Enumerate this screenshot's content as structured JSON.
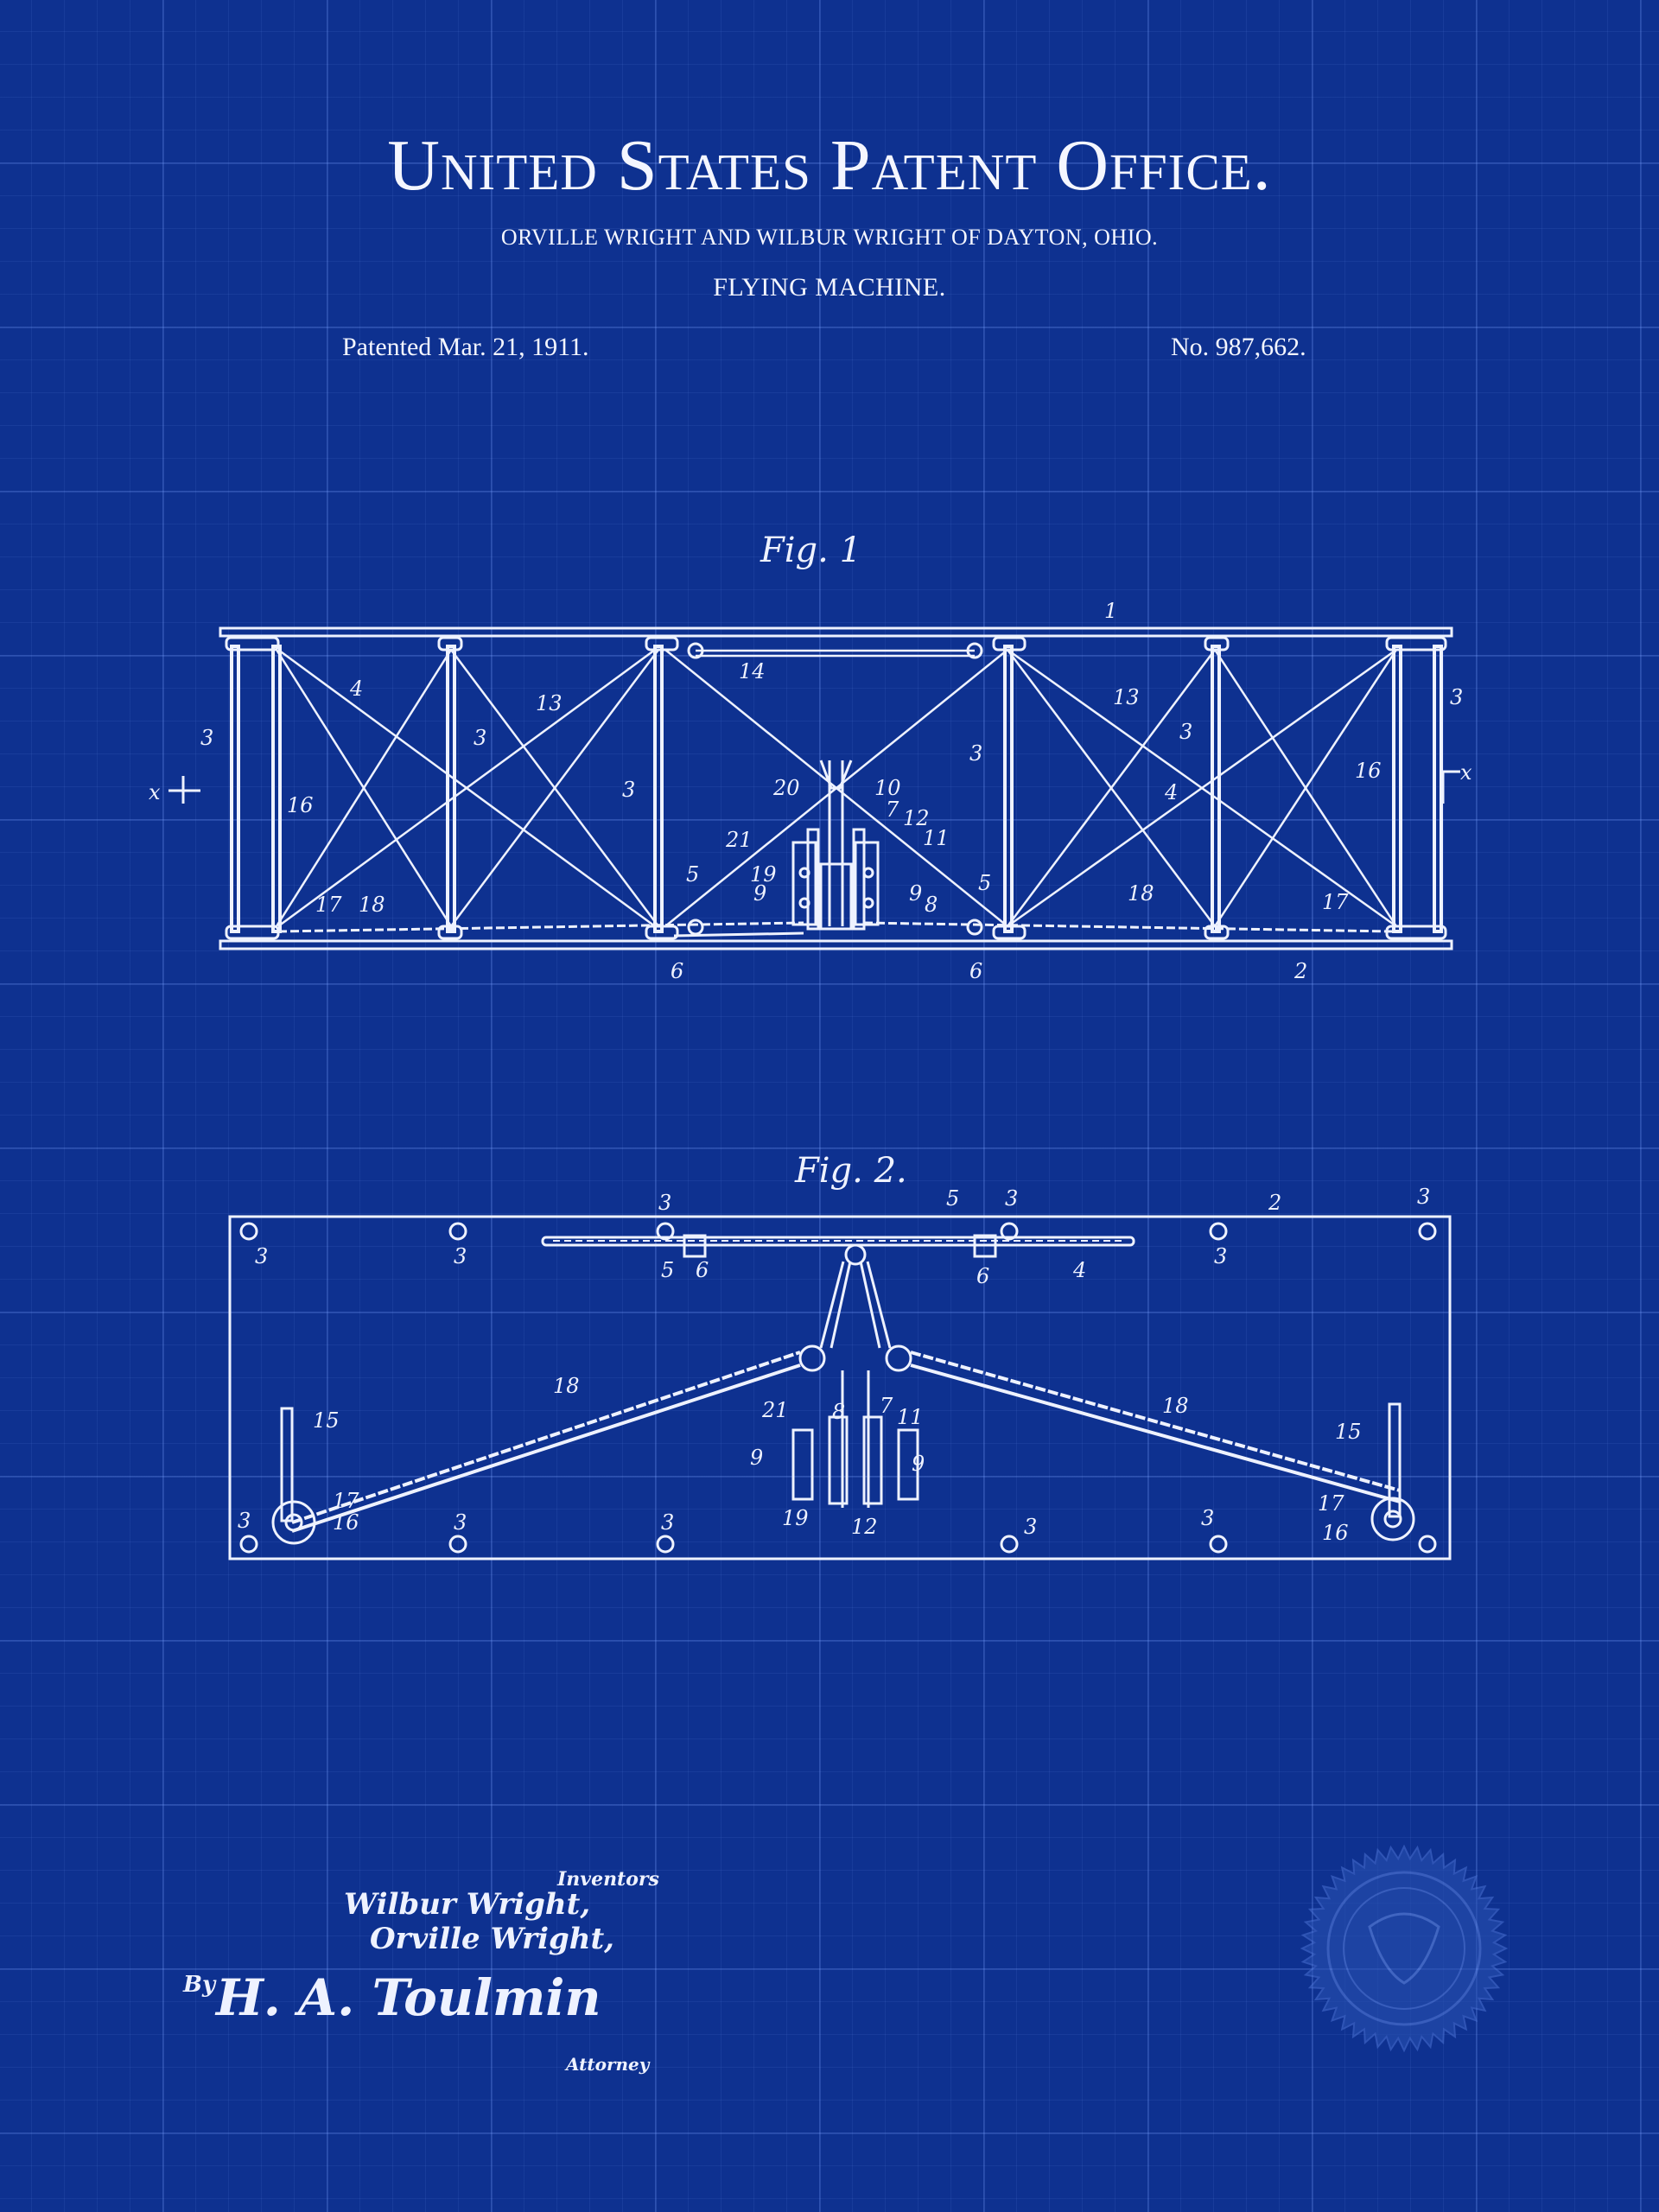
{
  "header": {
    "office_title": "United States Patent Office.",
    "inventors_line": "ORVILLE WRIGHT AND WILBUR WRIGHT OF DAYTON, OHIO.",
    "invention": "FLYING MACHINE.",
    "patented": "Patented Mar. 21, 1911.",
    "patent_number": "No. 987,662."
  },
  "figures": {
    "fig1_title": "Fig. 1",
    "fig2_title": "Fig. 2.",
    "fig1_labels": {
      "l1": "1",
      "l2": "2",
      "l3a": "3",
      "l3b": "3",
      "l3c": "3",
      "l3d": "3",
      "l3e": "3",
      "l3f": "3",
      "l4a": "4",
      "l4b": "4",
      "l5a": "5",
      "l5b": "5",
      "l6a": "6",
      "l6b": "6",
      "l7": "7",
      "l8": "8",
      "l9a": "9",
      "l9b": "9",
      "l10": "10",
      "l11": "11",
      "l12": "12",
      "l13a": "13",
      "l13b": "13",
      "l14": "14",
      "l16a": "16",
      "l16b": "16",
      "l17a": "17",
      "l17b": "17",
      "l18a": "18",
      "l18b": "18",
      "l19": "19",
      "l20": "20",
      "l21": "21",
      "lx": "x",
      "lxb": "x"
    },
    "fig2_labels": {
      "l2": "2",
      "l3a": "3",
      "l3b": "3",
      "l3c": "3",
      "l3d": "3",
      "l3e": "3",
      "l3f": "3",
      "l3g": "3",
      "l3h": "3",
      "l3i": "3",
      "l3j": "3",
      "l3k": "3",
      "l4": "4",
      "l5a": "5",
      "l5b": "5",
      "l6a": "6",
      "l6b": "6",
      "l7": "7",
      "l8": "8",
      "l9a": "9",
      "l9b": "9",
      "l11": "11",
      "l12": "12",
      "l15a": "15",
      "l15b": "15",
      "l16a": "16",
      "l16b": "16",
      "l17a": "17",
      "l17b": "17",
      "l18a": "18",
      "l18b": "18",
      "l19": "19",
      "l21": "21"
    }
  },
  "signatures": {
    "inventors_label": "Inventors",
    "wilbur": "Wilbur Wright,",
    "orville": "Orville Wright,",
    "by": "By",
    "attorney_signature": "H. A. Toulmin",
    "attorney_label": "Attorney"
  },
  "colors": {
    "background": "#0e3190",
    "ink": "#eef2ff"
  }
}
